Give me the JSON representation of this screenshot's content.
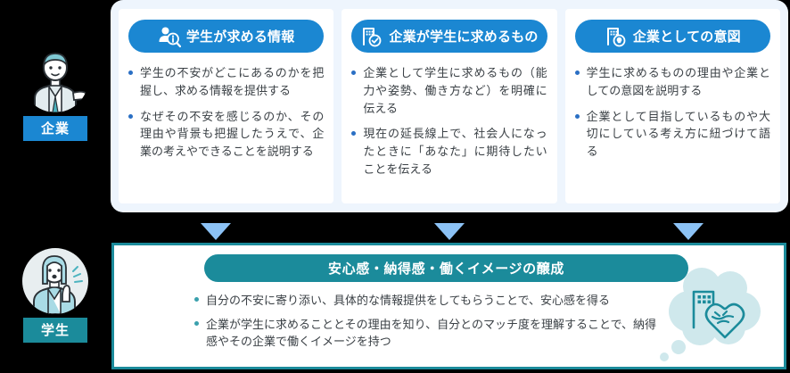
{
  "actors": [
    {
      "id": "company",
      "label": "企業",
      "badge_color": "#1b87d2",
      "avatar_name": "company-person-illustration"
    },
    {
      "id": "student",
      "label": "学生",
      "badge_color": "#1b8b9b",
      "avatar_name": "student-person-illustration"
    }
  ],
  "top_panel": {
    "background_color": "#eef5fd",
    "cards": [
      {
        "icon": "person-search-info-icon",
        "title": "学生が求める情報",
        "header_color": "#1b87d2",
        "bullets": [
          "学生の不安がどこにあるのかを把握し、求める情報を提供する",
          "なぜその不安を感じるのか、その理由や背景も把握したうえで、企業の考えやできることを説明する"
        ]
      },
      {
        "icon": "building-check-icon",
        "title": "企業が学生に求めるもの",
        "header_color": "#1b87d2",
        "bullets": [
          "企業として学生に求めるもの（能力や姿勢、働き方など）を明確に伝える",
          "現在の延長線上で、社会人になったときに「あなた」に期待したいことを伝える"
        ]
      },
      {
        "icon": "building-idea-icon",
        "title": "企業としての意図",
        "header_color": "#1b87d2",
        "bullets": [
          "学生に求めるものの理由や企業としての意図を説明する",
          "企業として目指しているものや大切にしている考え方に紐づけて語る"
        ]
      }
    ]
  },
  "connectors": {
    "icon": "arrow-down-triangle-icon",
    "color": "#8cc2f5",
    "count": 3
  },
  "bottom_panel": {
    "border_color": "#1b8b9b",
    "header_color": "#1b8b9b",
    "title": "安心感・納得感・働くイメージの醸成",
    "bullets": [
      "自分の不安に寄り添い、具体的な情報提供をしてもらうことで、安心感を得る",
      "企業が学生に求めることとその理由を知り、自分とのマッチ度を理解することで、納得感やその企業で働くイメージを持つ"
    ],
    "thought_bubble": {
      "icon": "building-heart-thought-icon",
      "bubble_color": "#cfe8ec",
      "icon_color": "#1b8b9b"
    }
  }
}
